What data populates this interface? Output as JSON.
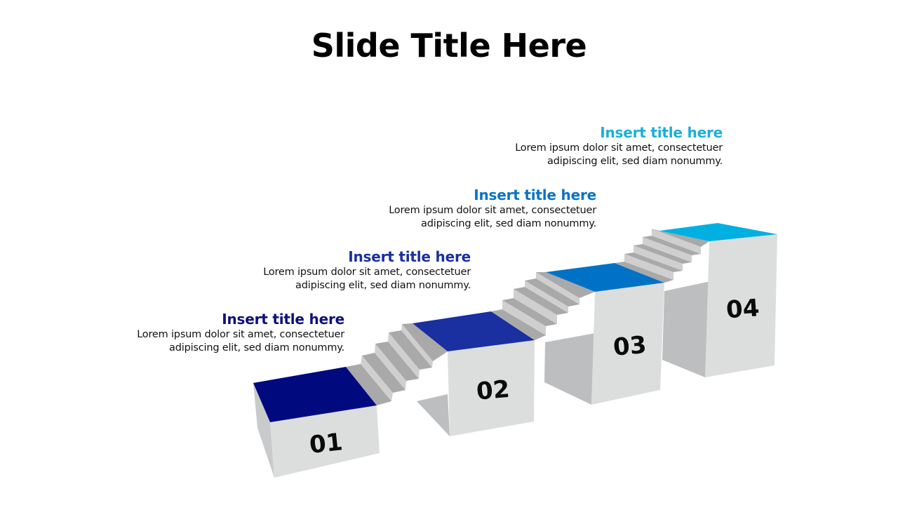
{
  "slide": {
    "title": "Slide Title Here"
  },
  "steps": [
    {
      "number": "01",
      "title": "Insert title here",
      "line1": "Lorem ipsum dolor sit amet, consectetuer",
      "line2": "adipiscing elit, sed diam nonummy.",
      "top_color": "#000A7E",
      "title_color": "#0F0F7A"
    },
    {
      "number": "02",
      "title": "Insert title here",
      "line1": "Lorem ipsum dolor sit amet, consectetuer",
      "line2": "adipiscing elit, sed diam nonummy.",
      "top_color": "#1A2FA0",
      "title_color": "#1A2FA0"
    },
    {
      "number": "03",
      "title": "Insert title here",
      "line1": "Lorem ipsum dolor sit amet, consectetuer",
      "line2": "adipiscing elit, sed diam nonummy.",
      "top_color": "#0072C6",
      "title_color": "#0A73C4"
    },
    {
      "number": "04",
      "title": "Insert title here",
      "line1": "Lorem ipsum dolor sit amet, consectetuer",
      "line2": "adipiscing elit, sed diam nonummy.",
      "top_color": "#00B0E0",
      "title_color": "#1AAFD8"
    }
  ],
  "colors": {
    "front_face": "#DCDEDE",
    "side_face": "#C8C9CA",
    "shadow_face": "#BDBEBF",
    "stair_tread": "#CFCFD0",
    "stair_riser": "#A9A9AA"
  }
}
